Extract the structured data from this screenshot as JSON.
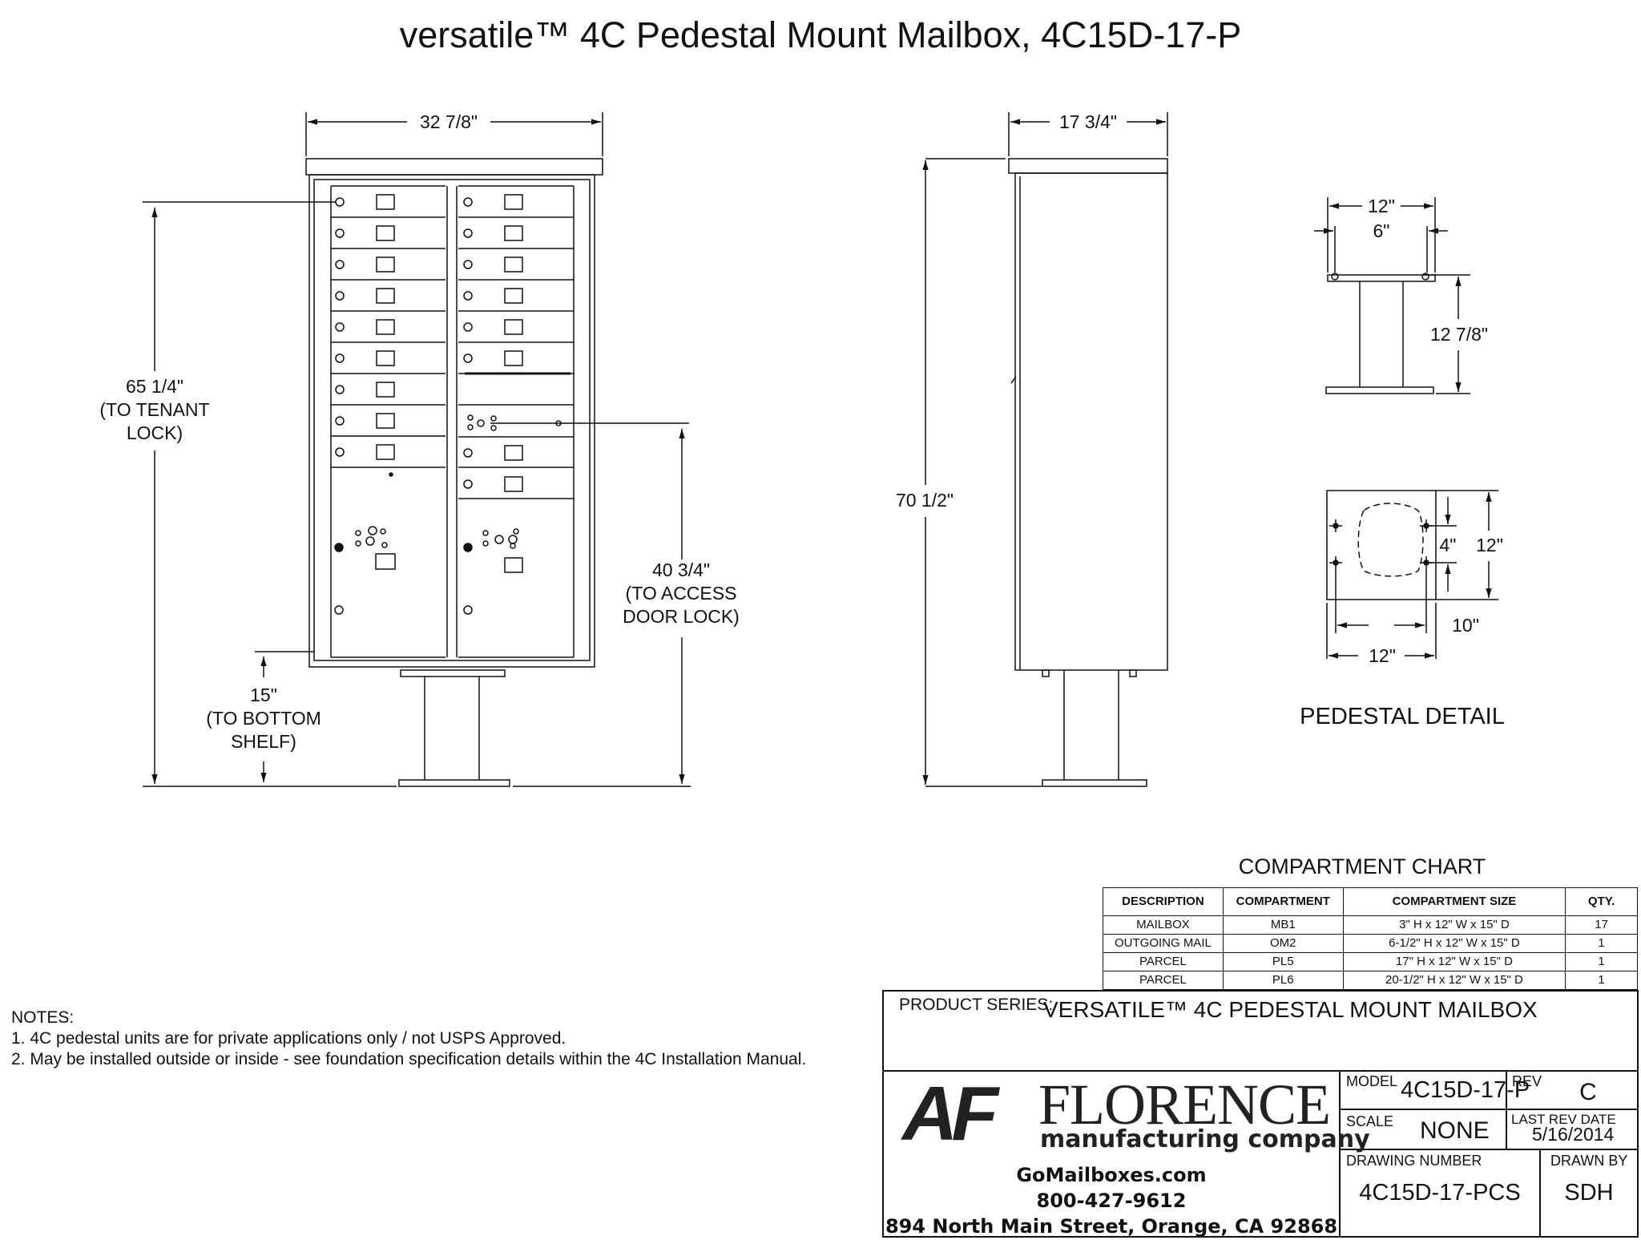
{
  "title": "versatile™ 4C Pedestal Mount Mailbox, 4C15D-17-P",
  "front_view": {
    "width": "32 7/8\"",
    "tenant_lock": [
      "65 1/4\"",
      "(TO TENANT",
      "LOCK)"
    ],
    "access_lock": [
      "40 3/4\"",
      "(TO ACCESS",
      "DOOR LOCK)"
    ],
    "bottom_shelf": [
      "15\"",
      "(TO BOTTOM",
      "SHELF)"
    ]
  },
  "side_view": {
    "depth": "17 3/4\"",
    "height": "70 1/2\""
  },
  "pedestal_detail": {
    "top_width": "12\"",
    "inner_width": "6\"",
    "height": "12 7/8\"",
    "base_side": "12\"",
    "hole": "4\"",
    "bolt_spacing": "10\"",
    "base_width": "12\"",
    "label": "PEDESTAL DETAIL"
  },
  "compartment_chart": {
    "title": "COMPARTMENT CHART",
    "headers": [
      "DESCRIPTION",
      "COMPARTMENT",
      "COMPARTMENT SIZE",
      "QTY."
    ],
    "rows": [
      [
        "MAILBOX",
        "MB1",
        "3\" H x 12\" W x 15\" D",
        "17"
      ],
      [
        "OUTGOING MAIL",
        "OM2",
        "6-1/2\" H x 12\" W x 15\" D",
        "1"
      ],
      [
        "PARCEL",
        "PL5",
        "17\" H x 12\" W x 15\" D",
        "1"
      ],
      [
        "PARCEL",
        "PL6",
        "20-1/2\" H x 12\" W x 15\" D",
        "1"
      ]
    ]
  },
  "notes": {
    "heading": "NOTES:",
    "items": [
      "1.  4C pedestal units are for private applications only / not USPS Approved.",
      "2.  May be installed outside or inside - see foundation specification details within the 4C Installation Manual."
    ]
  },
  "title_block": {
    "product_series_label": "PRODUCT SERIES:",
    "product_series": "VERSATILE™ 4C PEDESTAL MOUNT MAILBOX",
    "logo_letters": "AF",
    "company_name": "FLORENCE",
    "company_sub": "manufacturing company",
    "website": "GoMailboxes.com",
    "phone": "800-427-9612",
    "address": "894 North Main Street, Orange, CA 92868",
    "model_label": "MODEL",
    "model": "4C15D-17-P",
    "rev_label": "REV",
    "rev": "C",
    "scale_label": "SCALE",
    "scale": "NONE",
    "last_rev_label": "LAST REV DATE",
    "last_rev": "5/16/2014",
    "drawing_number_label": "DRAWING NUMBER",
    "drawing_number": "4C15D-17-PCS",
    "drawn_by_label": "DRAWN BY",
    "drawn_by": "SDH"
  }
}
